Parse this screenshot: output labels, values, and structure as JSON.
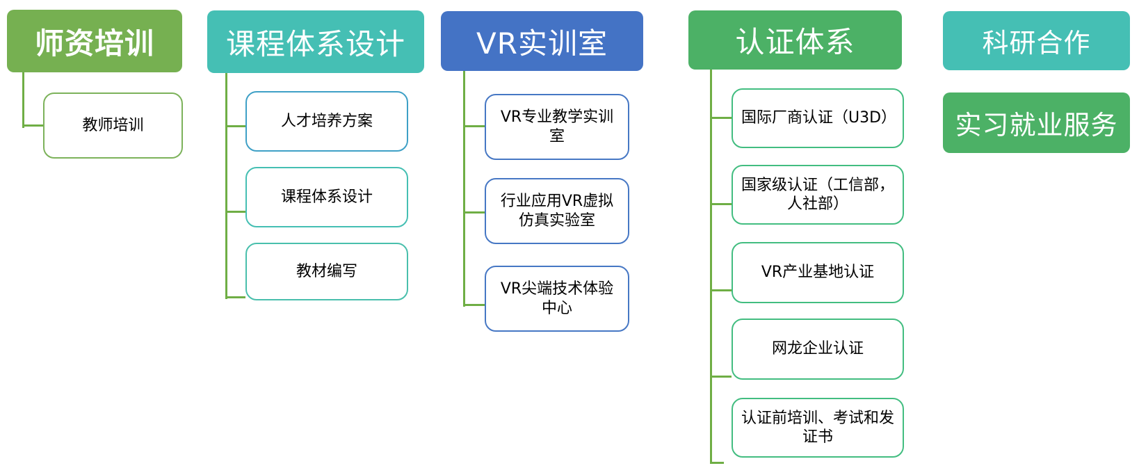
{
  "canvas": {
    "background": "#FFFFFF"
  },
  "colors": {
    "header_text": "#FFFFFF",
    "child_text": "#000000",
    "connector": "#6FAE45",
    "olive": "#76B051",
    "olive_border": "#7CB25A",
    "teal": "#45BFB4",
    "teal_border": "#45BFB3",
    "teal_border_2": "#49BFAC",
    "cyan_blue_border": "#3EA0C6",
    "blue": "#4473C5",
    "blue_border": "#4677C4",
    "green": "#4CB166",
    "green_border": "#42BD80"
  },
  "diagram": {
    "columns": [
      {
        "header": {
          "label": "师资培训"
        },
        "children": [
          {
            "label": "教师培训"
          }
        ]
      },
      {
        "header": {
          "label": "课程体系设计"
        },
        "children": [
          {
            "label": "人才培养方案"
          },
          {
            "label": "课程体系设计"
          },
          {
            "label": "教材编写"
          }
        ]
      },
      {
        "header": {
          "label": "VR实训室"
        },
        "children": [
          {
            "label": "VR专业教学实训室"
          },
          {
            "label": "行业应用VR虚拟仿真实验室"
          },
          {
            "label": "VR尖端技术体验中心"
          }
        ]
      },
      {
        "header": {
          "label": "认证体系"
        },
        "children": [
          {
            "label": "国际厂商认证（U3D）"
          },
          {
            "label": "国家级认证（工信部，人社部）"
          },
          {
            "label": "VR产业基地认证"
          },
          {
            "label": "网龙企业认证"
          },
          {
            "label": "认证前培训、考试和发证书"
          }
        ]
      },
      {
        "header": {
          "label": "科研合作"
        },
        "children": []
      },
      {
        "header": {
          "label": "实习就业服务"
        },
        "children": []
      }
    ]
  }
}
